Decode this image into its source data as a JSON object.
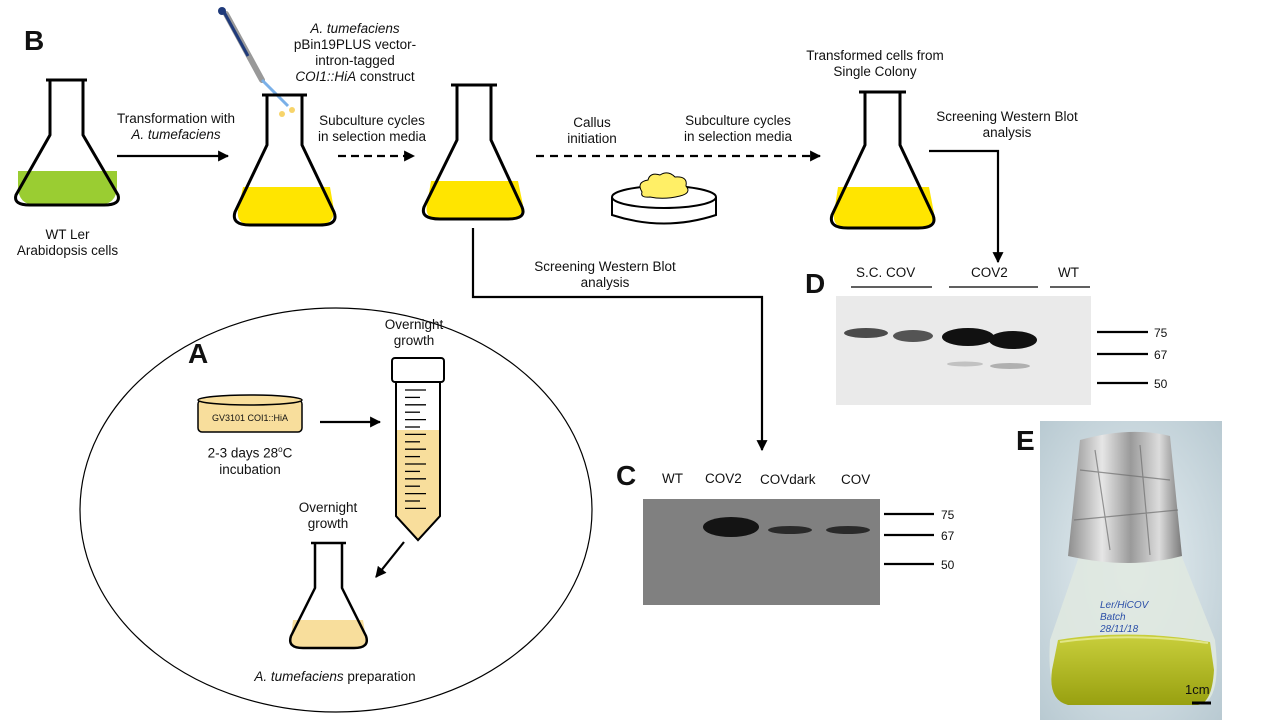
{
  "panels": {
    "a": "A",
    "b": "B",
    "c": "C",
    "d": "D",
    "e": "E"
  },
  "flow": {
    "wt_line1": "WT Ler",
    "wt_line2": "Arabidopsis cells",
    "transform_line1": "Transformation with",
    "transform_line2": "A. tumefaciens",
    "construct_line1": "A. tumefaciens",
    "construct_line2": "pBin19PLUS vector-",
    "construct_line3": "intron-tagged",
    "construct_line4_italic": "COI1::HiA",
    "construct_line4_rest": " construct",
    "subculture1_line1": "Subculture cycles",
    "subculture1_line2": "in selection media",
    "callus_line1": "Callus",
    "callus_line2": "initiation",
    "subculture2_line1": "Subculture cycles",
    "subculture2_line2": "in selection media",
    "single_line1": "Transformed cells from",
    "single_line2": "Single Colony",
    "screen1_line1": "Screening Western Blot",
    "screen1_line2": "analysis",
    "screen2_line1": "Screening Western Blot",
    "screen2_line2": "analysis"
  },
  "panel_a": {
    "plate_label": "GV3101 COI1::HiA",
    "incubation_line1": "2-3 days 28",
    "incubation_sup": "o",
    "incubation_unit": "C",
    "incubation_line2": "incubation",
    "overnight1_line1": "Overnight",
    "overnight1_line2": "growth",
    "overnight2_line1": "Overnight",
    "overnight2_line2": "growth",
    "prep_italic": "A. tumefaciens",
    "prep_rest": " preparation"
  },
  "blot_c": {
    "lanes": [
      "WT",
      "COV2",
      "COVdark",
      "COV"
    ],
    "markers": [
      "75",
      "67",
      "50"
    ]
  },
  "blot_d": {
    "groups": [
      "S.C. COV",
      "COV2",
      "WT"
    ],
    "markers": [
      "75",
      "67",
      "50"
    ]
  },
  "photo_e": {
    "flask_text1": "Ler/HiCOV",
    "flask_text2": "Batch",
    "flask_text3": "28/11/18",
    "scale": "1cm"
  },
  "colors": {
    "wt_culture": "#9ACD32",
    "transformed_culture": "#FFE500",
    "agro_culture": "#F8DE9C",
    "callus": "#FFEF66",
    "blot_c_bg": "#808080",
    "photo_liquid": "#B5BE1E"
  }
}
